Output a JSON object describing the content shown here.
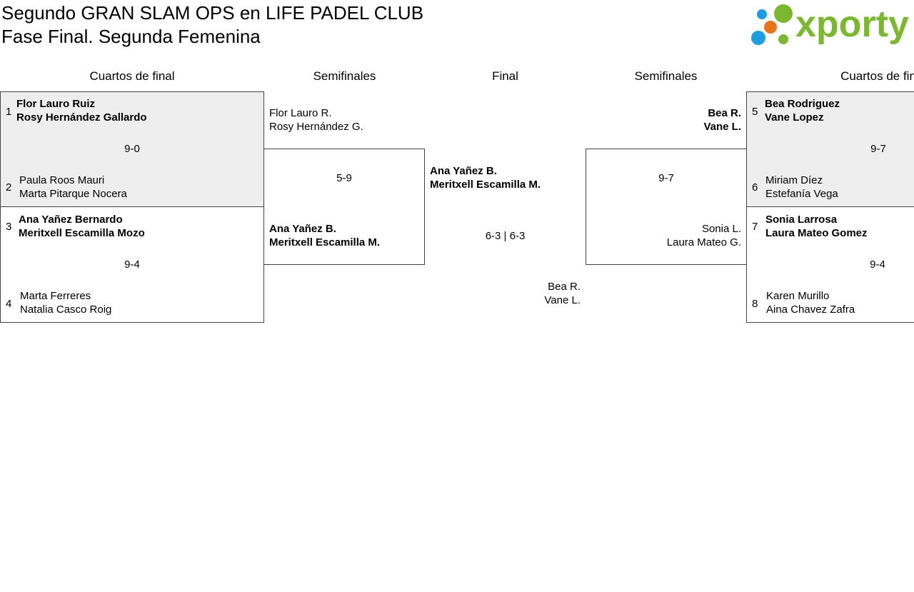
{
  "header": {
    "title_line1": "Segundo GRAN SLAM OPS en LIFE PADEL CLUB",
    "title_line2": "Fase Final. Segunda Femenina"
  },
  "logo": {
    "text": "xporty",
    "colors": {
      "green": "#7cb82f",
      "blue": "#1e9ee0",
      "orange": "#e8731a"
    }
  },
  "columns": {
    "left_qf": "Cuartos de final",
    "left_sf": "Semifinales",
    "final": "Final",
    "right_sf": "Semifinales",
    "right_qf": "Cuartos de fin"
  },
  "quarterfinals": [
    {
      "top": {
        "seed": "1",
        "line1": "Flor Lauro Ruiz",
        "line2": "Rosy Hernández Gallardo"
      },
      "score": "9-0",
      "bottom": {
        "seed": "2",
        "line1": "Paula Roos Mauri",
        "line2": "Marta Pitarque Nocera"
      }
    },
    {
      "top": {
        "seed": "3",
        "line1": "Ana Yañez Bernardo",
        "line2": "Meritxell Escamilla Mozo"
      },
      "score": "9-4",
      "bottom": {
        "seed": "4",
        "line1": "Marta Ferreres",
        "line2": "Natalia Casco Roig"
      }
    },
    {
      "top": {
        "seed": "5",
        "line1": "Bea Rodriguez",
        "line2": "Vane Lopez"
      },
      "score": "9-7",
      "bottom": {
        "seed": "6",
        "line1": "Miriam Díez",
        "line2": "Estefanía Vega"
      }
    },
    {
      "top": {
        "seed": "7",
        "line1": "Sonia Larrosa",
        "line2": "Laura Mateo Gomez"
      },
      "score": "9-4",
      "bottom": {
        "seed": "8",
        "line1": "Karen Murillo",
        "line2": "Aina Chavez Zafra"
      }
    }
  ],
  "semifinals": [
    {
      "top": {
        "line1": "Flor Lauro R.",
        "line2": "Rosy Hernández G."
      },
      "score": "5-9",
      "bottom": {
        "line1": "Ana Yañez B.",
        "line2": "Meritxell Escamilla M."
      }
    },
    {
      "top": {
        "line1": "Bea R.",
        "line2": "Vane L."
      },
      "score": "9-7",
      "bottom": {
        "line1": "Sonia L.",
        "line2": "Laura Mateo G."
      }
    }
  ],
  "final": {
    "top": {
      "line1": "Ana Yañez B.",
      "line2": "Meritxell Escamilla M."
    },
    "score": "6-3 | 6-3",
    "bottom": {
      "line1": "Bea R.",
      "line2": "Vane L."
    }
  }
}
